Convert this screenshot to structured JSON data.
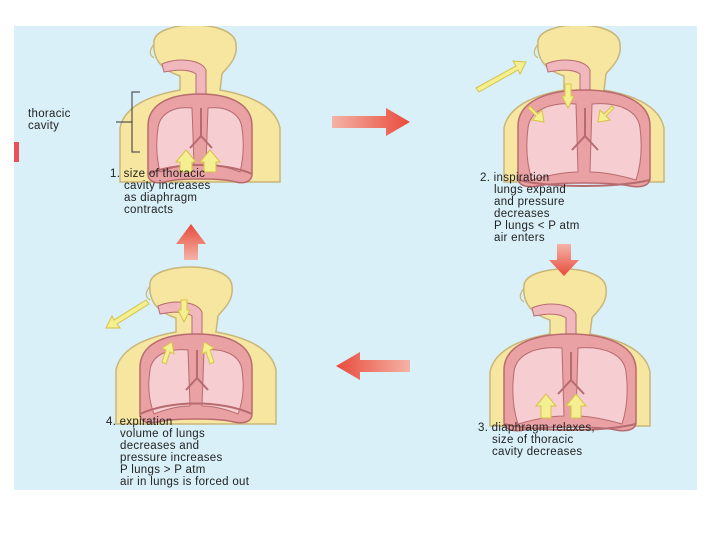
{
  "labels": {
    "thoracic": "thoracic",
    "cavity": "cavity"
  },
  "steps": [
    {
      "lines": [
        "1. size of thoracic",
        "cavity increases",
        "as diaphragm",
        "contracts"
      ]
    },
    {
      "lines": [
        "2. inspiration",
        "lungs expand",
        "and pressure",
        "decreases",
        "P lungs < P atm",
        "air enters"
      ]
    },
    {
      "lines": [
        "3. diaphragm relaxes,",
        "size of thoracic",
        "cavity decreases"
      ]
    },
    {
      "lines": [
        "4. expiration",
        "volume of lungs",
        "decreases and",
        "pressure increases",
        "P lungs > P atm",
        "air in lungs is forced out"
      ]
    }
  ],
  "colors": {
    "background": "#d9f0f8",
    "skin": "#f6e6a0",
    "skin_outline": "#c9b67a",
    "cavity": "#e9a1a4",
    "lung": "#f6cdd0",
    "lung_outline": "#b86b6f",
    "airway": "#f0b8bc",
    "cycle_arrow": "#e84b3c",
    "air_arrow": "#f4ef90"
  }
}
